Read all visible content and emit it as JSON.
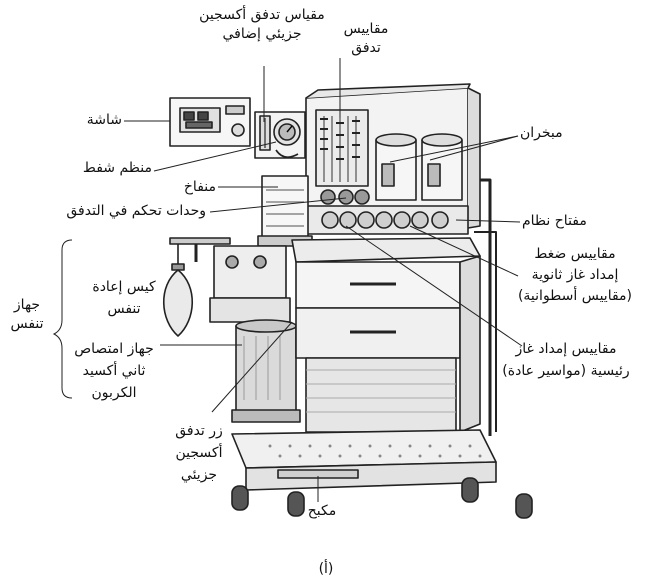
{
  "labels": {
    "aux_o2_flowmeter": [
      "مقياس تدفق أكسجين",
      "جزيئي إضافي"
    ],
    "flowmeters": [
      "مقاييس",
      "تدفق"
    ],
    "display": "شاشة",
    "pressure_regulator": "منظم شفط",
    "vaporizers": "مبخران",
    "bellows": "منفاخ",
    "flow_controls": "وحدات تحكم في التدفق",
    "system_switch": "مفتاح نظام",
    "secondary_gauges": [
      "مقاييس ضغط",
      "إمداد غاز ثانوية",
      "(مقاييس أسطوانية)"
    ],
    "breathing_system": [
      "جهاز",
      "تنفس"
    ],
    "rebreathing_bag": [
      "كيس إعادة",
      "تنفس"
    ],
    "co2_absorber": [
      "جهاز امتصاص",
      "ثاني أكسيد",
      "الكربون"
    ],
    "primary_gauges": [
      "مقاييس إمداد غاز",
      "رئيسية (مواسير عادة)"
    ],
    "o2_flush": [
      "زر تدفق",
      "أكسجين",
      "جزيئي"
    ],
    "brake": "مكبح"
  },
  "caption": "(أ)"
}
